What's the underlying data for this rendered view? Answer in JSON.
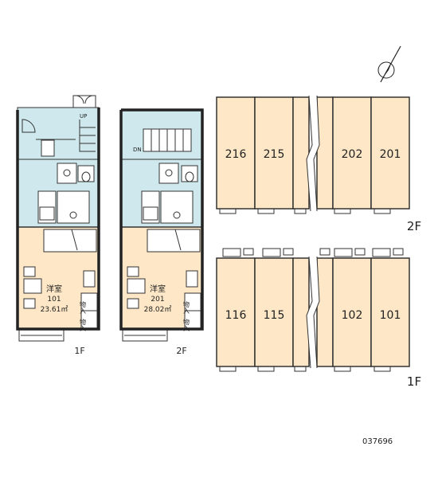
{
  "north_icon": "compass-north-arrow-icon",
  "code": "037696",
  "plans": [
    {
      "room_type": "洋室",
      "unit": "101",
      "area": "23.61㎡",
      "closet": "物入",
      "floor": "1F",
      "stair": "UP"
    },
    {
      "room_type": "洋室",
      "unit": "201",
      "area": "28.02㎡",
      "closet": "物入",
      "floor": "2F",
      "stair": "DN"
    }
  ],
  "layout": {
    "floor2": {
      "label": "2F",
      "units": [
        "216",
        "215",
        "202",
        "201"
      ]
    },
    "floor1": {
      "label": "1F",
      "units": [
        "116",
        "115",
        "102",
        "101"
      ]
    }
  },
  "colors": {
    "room": "#fde7c6",
    "wet_area": "#cfe8ee",
    "wall": "#222222"
  }
}
